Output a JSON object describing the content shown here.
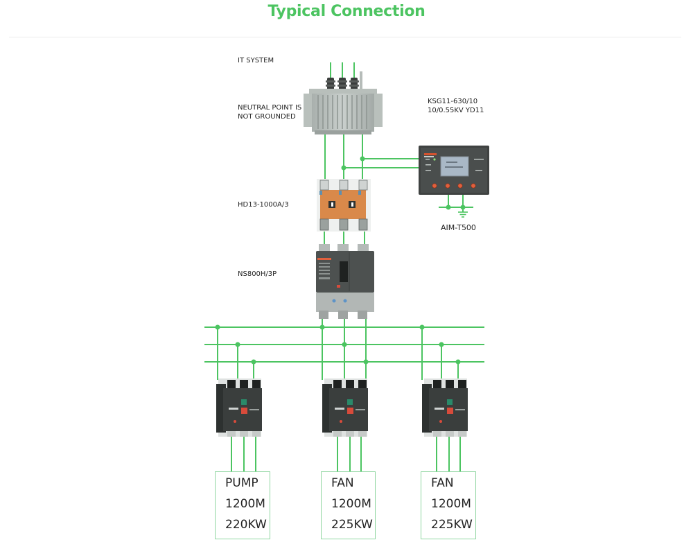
{
  "title": "Typical Connection",
  "colors": {
    "accent": "#4cc461",
    "wire": "#4cc461",
    "load_border": "#8fd6a0",
    "text": "#222222"
  },
  "labels": {
    "system_type": "IT SYSTEM",
    "neutral": [
      "NEUTRAL POINT IS",
      "NOT GROUNDED"
    ],
    "transformer_spec": [
      "KSG11-630/10",
      "10/0.55KV YD11"
    ],
    "monitor_model": "AIM-T500",
    "disconnect_switch": "HD13-1000A/3",
    "main_breaker": "NS800H/3P"
  },
  "components": {
    "transformer": {
      "icon": "transformer-icon"
    },
    "monitor": {
      "icon": "insulation-monitor-icon",
      "buttons": 4
    },
    "disconnect_switch": {
      "icon": "knife-switch-icon"
    },
    "main_breaker": {
      "icon": "molded-case-breaker-icon"
    },
    "ground": {
      "icon": "ground-icon"
    }
  },
  "loads": [
    {
      "name": "PUMP",
      "length": "1200M",
      "power": "220KW"
    },
    {
      "name": "FAN",
      "length": "1200M",
      "power": "225KW"
    },
    {
      "name": "FAN",
      "length": "1200M",
      "power": "225KW"
    }
  ]
}
